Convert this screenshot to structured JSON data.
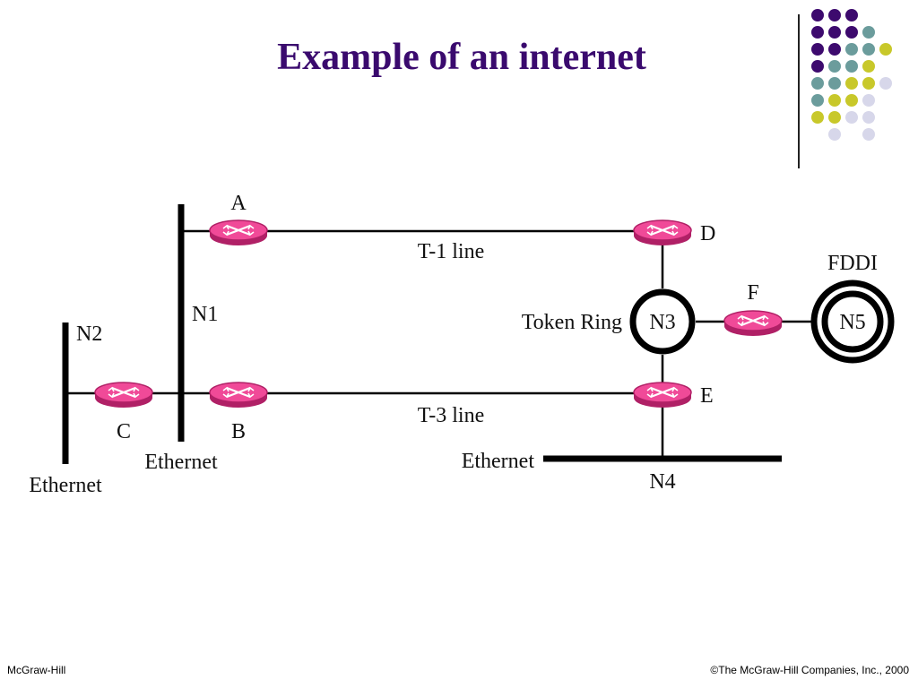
{
  "slide": {
    "title": "Example of an internet"
  },
  "footer": {
    "left": "McGraw-Hill",
    "right": "©The McGraw-Hill Companies, Inc., 2000"
  },
  "decor": {
    "dot_colors": {
      "purple": "#3d0a6e",
      "teal": "#6b9c9c",
      "yellow": "#c8c82a",
      "lavender": "#d7d7ea"
    }
  },
  "diagram": {
    "colors": {
      "router_fill": "#f04a98",
      "router_rim": "#b02066",
      "line": "#000000"
    },
    "routers": {
      "a": "A",
      "b": "B",
      "c": "C",
      "d": "D",
      "e": "E",
      "f": "F"
    },
    "networks": {
      "n1": "N1",
      "n2": "N2",
      "n3": "N3",
      "n4": "N4",
      "n5": "N5"
    },
    "links": {
      "t1": "T-1 line",
      "t3": "T-3 line"
    },
    "labels": {
      "ethernet_n1": "Ethernet",
      "ethernet_n2": "Ethernet",
      "ethernet_n4": "Ethernet",
      "token_ring": "Token Ring",
      "fddi": "FDDI"
    }
  }
}
